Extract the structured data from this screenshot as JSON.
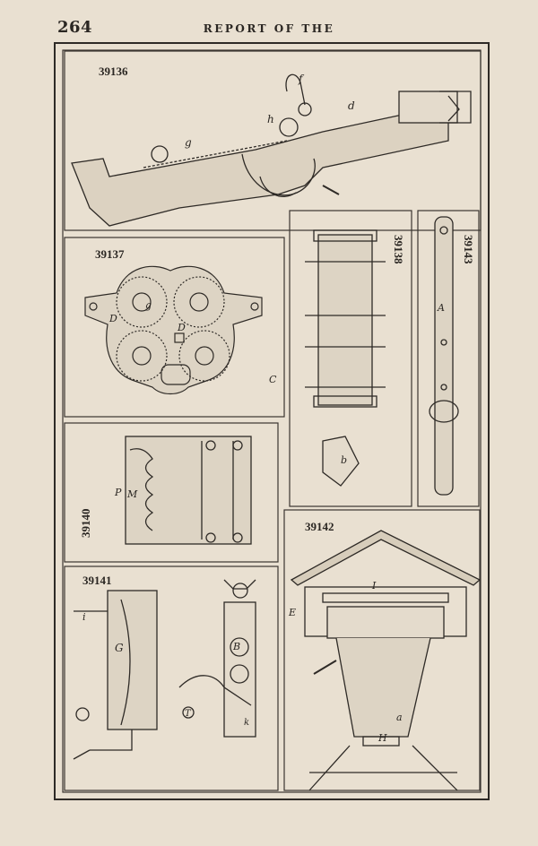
{
  "page": {
    "number": "264",
    "running_head": "REPORT OF THE"
  },
  "figures": [
    {
      "id": "fig-39136",
      "number": "39136",
      "subject": "breech-loading firearm"
    },
    {
      "id": "fig-39137",
      "number": "39137",
      "subject": "geared wheel mechanism"
    },
    {
      "id": "fig-39138",
      "number": "39138",
      "subject": "frame assembly"
    },
    {
      "id": "fig-39143",
      "number": "39143",
      "subject": "strap with buckle"
    },
    {
      "id": "fig-39140",
      "number": "39140",
      "subject": "spiral spring frame"
    },
    {
      "id": "fig-39141",
      "number": "39141",
      "subject": "press with crank and rollers"
    },
    {
      "id": "fig-39142",
      "number": "39142",
      "subject": "hopper with roof"
    }
  ],
  "letters": {
    "f": "f",
    "d": "d",
    "h": "h",
    "g": "g",
    "D": "D",
    "C": "C",
    "c": "c",
    "b": "b",
    "A": "A",
    "M": "M",
    "P": "P",
    "i": "i",
    "G": "G",
    "B": "B",
    "T": "T",
    "k": "k",
    "E": "E",
    "I": "I",
    "a": "a",
    "H": "H"
  }
}
